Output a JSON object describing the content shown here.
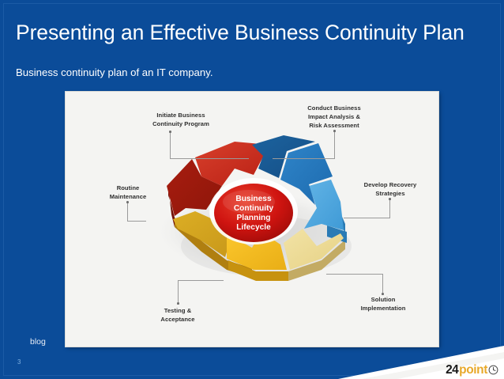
{
  "slide": {
    "title": "Presenting an Effective Business Continuity Plan",
    "subtitle": "Business continuity plan of an IT company.",
    "number": "3",
    "blog_label": "blog",
    "background_color": "#0b4c99",
    "panel_color": "#f4f4f2"
  },
  "diagram": {
    "center": {
      "line1": "Business",
      "line2": "Continuity",
      "line3": "Planning",
      "line4": "Lifecycle",
      "fill_color": "#cc1111",
      "text_color": "#ffffff"
    },
    "segments": [
      {
        "id": "initiate",
        "label": "Initiate Business\nContinuity Program",
        "color": "#c8281c"
      },
      {
        "id": "conduct",
        "label": "Conduct Business\nImpact Analysis &\nRisk Assessment",
        "color": "#1a5a96"
      },
      {
        "id": "develop",
        "label": "Develop Recovery\nStrategies",
        "color": "#2b7fc4"
      },
      {
        "id": "solution",
        "label": "Solution\nImplementation",
        "color": "#efdd9a"
      },
      {
        "id": "testing",
        "label": "Testing &\nAcceptance",
        "color": "#f6c023"
      },
      {
        "id": "routine",
        "label": "Routine\nMaintenance",
        "color": "#d4a520"
      }
    ]
  },
  "logo": {
    "num": "24",
    "word": "point",
    "clock_icon": "clock-icon"
  }
}
